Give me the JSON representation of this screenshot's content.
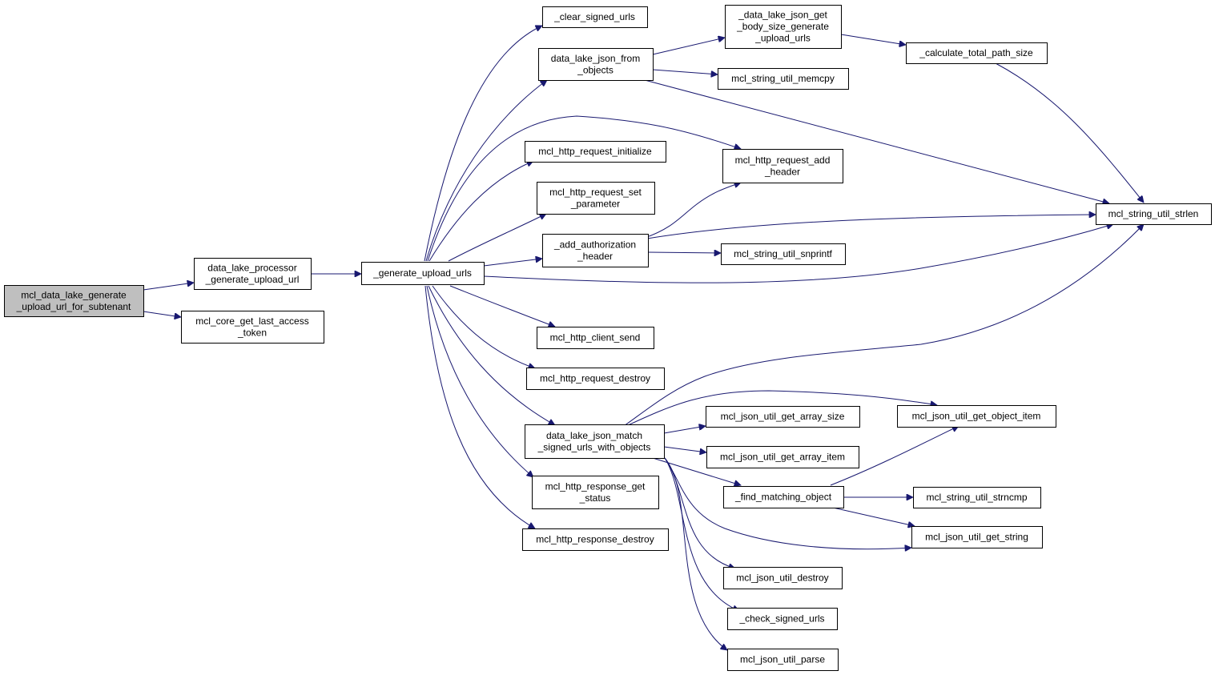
{
  "colors": {
    "edge": "#191970",
    "node_fill": "#ffffff",
    "root_fill": "#bfbfbf",
    "border": "#000000"
  },
  "nodes": [
    {
      "id": "root",
      "lines": [
        "mcl_data_lake_generate",
        "_upload_url_for_subtenant"
      ],
      "highlight": true
    },
    {
      "id": "dlp_gen",
      "lines": [
        "data_lake_processor",
        "_generate_upload_url"
      ]
    },
    {
      "id": "core_token",
      "lines": [
        "mcl_core_get_last_access",
        "_token"
      ]
    },
    {
      "id": "gen_urls",
      "lines": [
        "_generate_upload_urls"
      ]
    },
    {
      "id": "clear_signed",
      "lines": [
        "_clear_signed_urls"
      ]
    },
    {
      "id": "json_from_obj",
      "lines": [
        "data_lake_json_from",
        "_objects"
      ]
    },
    {
      "id": "req_init",
      "lines": [
        "mcl_http_request_initialize"
      ]
    },
    {
      "id": "req_set_param",
      "lines": [
        "mcl_http_request_set",
        "_parameter"
      ]
    },
    {
      "id": "add_auth",
      "lines": [
        "_add_authorization",
        "_header"
      ]
    },
    {
      "id": "client_send",
      "lines": [
        "mcl_http_client_send"
      ]
    },
    {
      "id": "req_destroy",
      "lines": [
        "mcl_http_request_destroy"
      ]
    },
    {
      "id": "match_signed",
      "lines": [
        "data_lake_json_match",
        "_signed_urls_with_objects"
      ]
    },
    {
      "id": "resp_status",
      "lines": [
        "mcl_http_response_get",
        "_status"
      ]
    },
    {
      "id": "resp_destroy",
      "lines": [
        "mcl_http_response_destroy"
      ]
    },
    {
      "id": "body_size",
      "lines": [
        "_data_lake_json_get",
        "_body_size_generate",
        "_upload_urls"
      ]
    },
    {
      "id": "memcpy",
      "lines": [
        "mcl_string_util_memcpy"
      ]
    },
    {
      "id": "req_add_header",
      "lines": [
        "mcl_http_request_add",
        "_header"
      ]
    },
    {
      "id": "snprintf",
      "lines": [
        "mcl_string_util_snprintf"
      ]
    },
    {
      "id": "arr_size",
      "lines": [
        "mcl_json_util_get_array_size"
      ]
    },
    {
      "id": "arr_item",
      "lines": [
        "mcl_json_util_get_array_item"
      ]
    },
    {
      "id": "find_match",
      "lines": [
        "_find_matching_object"
      ]
    },
    {
      "id": "json_destroy",
      "lines": [
        "mcl_json_util_destroy"
      ]
    },
    {
      "id": "check_signed",
      "lines": [
        "_check_signed_urls"
      ]
    },
    {
      "id": "json_parse",
      "lines": [
        "mcl_json_util_parse"
      ]
    },
    {
      "id": "calc_path",
      "lines": [
        "_calculate_total_path_size"
      ]
    },
    {
      "id": "strlen",
      "lines": [
        "mcl_string_util_strlen"
      ]
    },
    {
      "id": "obj_item",
      "lines": [
        "mcl_json_util_get_object_item"
      ]
    },
    {
      "id": "strncmp",
      "lines": [
        "mcl_string_util_strncmp"
      ]
    },
    {
      "id": "get_string",
      "lines": [
        "mcl_json_util_get_string"
      ]
    }
  ],
  "edges": [
    [
      "root",
      "dlp_gen"
    ],
    [
      "root",
      "core_token"
    ],
    [
      "dlp_gen",
      "gen_urls"
    ],
    [
      "gen_urls",
      "clear_signed"
    ],
    [
      "gen_urls",
      "json_from_obj"
    ],
    [
      "gen_urls",
      "req_init"
    ],
    [
      "gen_urls",
      "req_set_param"
    ],
    [
      "gen_urls",
      "add_auth"
    ],
    [
      "gen_urls",
      "client_send"
    ],
    [
      "gen_urls",
      "req_destroy"
    ],
    [
      "gen_urls",
      "match_signed"
    ],
    [
      "gen_urls",
      "resp_status"
    ],
    [
      "gen_urls",
      "resp_destroy"
    ],
    [
      "gen_urls",
      "req_add_header"
    ],
    [
      "gen_urls",
      "strlen"
    ],
    [
      "json_from_obj",
      "body_size"
    ],
    [
      "json_from_obj",
      "memcpy"
    ],
    [
      "json_from_obj",
      "strlen"
    ],
    [
      "body_size",
      "calc_path"
    ],
    [
      "calc_path",
      "strlen"
    ],
    [
      "add_auth",
      "req_add_header"
    ],
    [
      "add_auth",
      "strlen"
    ],
    [
      "add_auth",
      "snprintf"
    ],
    [
      "match_signed",
      "arr_size"
    ],
    [
      "match_signed",
      "arr_item"
    ],
    [
      "match_signed",
      "find_match"
    ],
    [
      "match_signed",
      "get_string"
    ],
    [
      "match_signed",
      "json_destroy"
    ],
    [
      "match_signed",
      "check_signed"
    ],
    [
      "match_signed",
      "json_parse"
    ],
    [
      "match_signed",
      "obj_item"
    ],
    [
      "match_signed",
      "strlen"
    ],
    [
      "find_match",
      "obj_item"
    ],
    [
      "find_match",
      "strncmp"
    ],
    [
      "find_match",
      "get_string"
    ]
  ]
}
